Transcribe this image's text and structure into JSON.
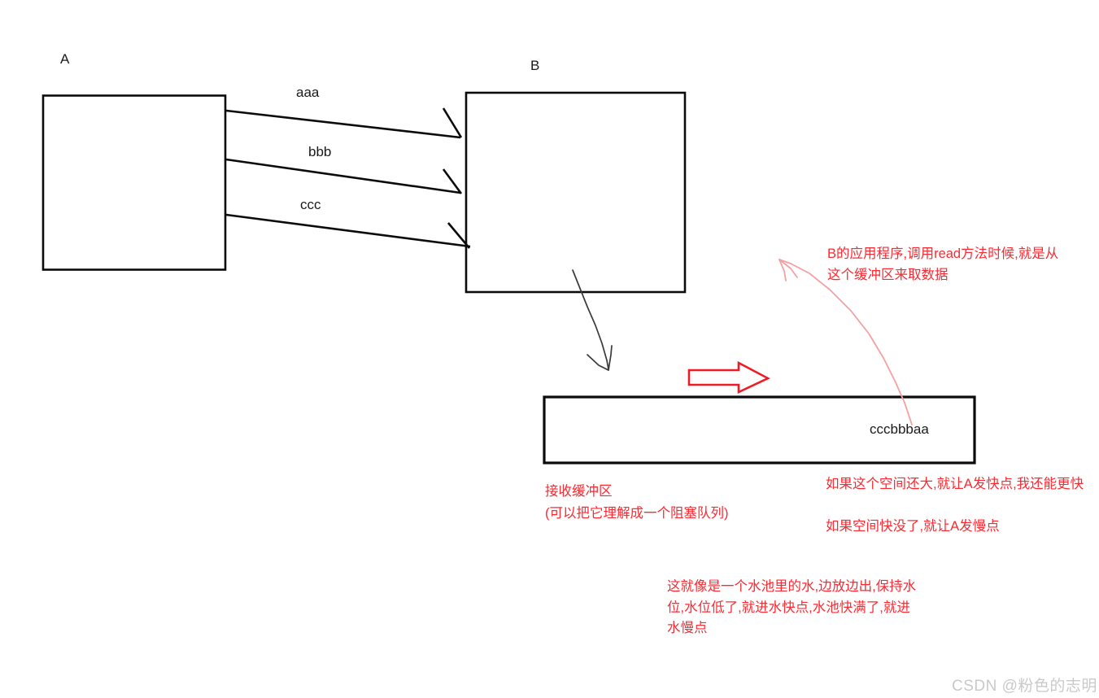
{
  "diagram": {
    "title_a": "A",
    "title_b": "B",
    "nodes": {
      "sender": {
        "label": "A"
      },
      "receiver": {
        "label": "B"
      },
      "buffer": {
        "content": "cccbbbaa"
      }
    },
    "messages": [
      {
        "label": "aaa"
      },
      {
        "label": "bbb"
      },
      {
        "label": "ccc"
      }
    ],
    "annotations": {
      "read_note": "B的应用程序,调用read方法时候,就是从这个缓冲区来取数据",
      "buffer_title": "接收缓冲区",
      "buffer_subtitle": "(可以把它理解成一个阻塞队列)",
      "flow_fast": "如果这个空间还大,就让A发快点,我还能更快",
      "flow_slow": "如果空间快没了,就让A发慢点",
      "pool_analogy": "这就像是一个水池里的水,边放边出,保持水位,水位低了,就进水快点,水池快满了,就进水慢点"
    },
    "watermark": "CSDN @粉色的志明",
    "colors": {
      "stroke": "#0b0b0b",
      "annotation_red": "#fa2a32",
      "hand_arrow_red": "#f4a0a4",
      "watermark_gray": "#c9c9c9"
    }
  }
}
